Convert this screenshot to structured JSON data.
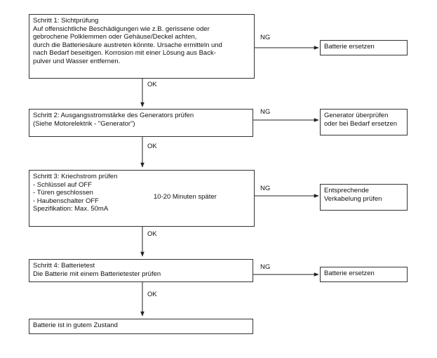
{
  "steps": [
    {
      "lines": [
        "Schritt 1: Sichtprüfung",
        "Auf offensichtliche Beschädigungen wie z.B. gerissene oder",
        "gebrochene Polklemmen oder Gehäuse/Deckel achten,",
        "durch die Batteriesäure austreten könnte. Ursache ermitteln und",
        "nach Bedarf beseitigen. Korrosion mit einer Lösung aus Back-",
        "pulver und Wasser entfernen."
      ],
      "ng_label": "NG",
      "result_lines": [
        "Batterie ersetzen"
      ]
    },
    {
      "lines": [
        "Schritt 2: Ausgangsstromstärke des Generators prüfen",
        "(Siehe Motorelektrik - \"Generator\")"
      ],
      "ng_label": "NG",
      "result_lines": [
        "Generator überprüfen",
        "oder bei Bedarf ersetzen"
      ]
    },
    {
      "lines": [
        "Schritt 3: Kriechstrom prüfen",
        " - Schlüssel auf OFF",
        " - Türen geschlossen",
        " - Haubenschalter OFF",
        "  Spezifikation: Max. 50mA"
      ],
      "bracket_note": "10-20 Minuten später",
      "ng_label": "NG",
      "result_lines": [
        "Entsprechende",
        "Verkabelung prüfen"
      ]
    },
    {
      "lines": [
        "Schritt 4: Batterietest",
        "Die Batterie mit einem Batterietester prüfen"
      ],
      "ng_label": "NG",
      "result_lines": [
        "Batterie ersetzen"
      ]
    }
  ],
  "ok_labels": [
    "OK",
    "OK",
    "OK",
    "OK"
  ],
  "final": {
    "text": "Batterie ist in gutem Zustand"
  }
}
